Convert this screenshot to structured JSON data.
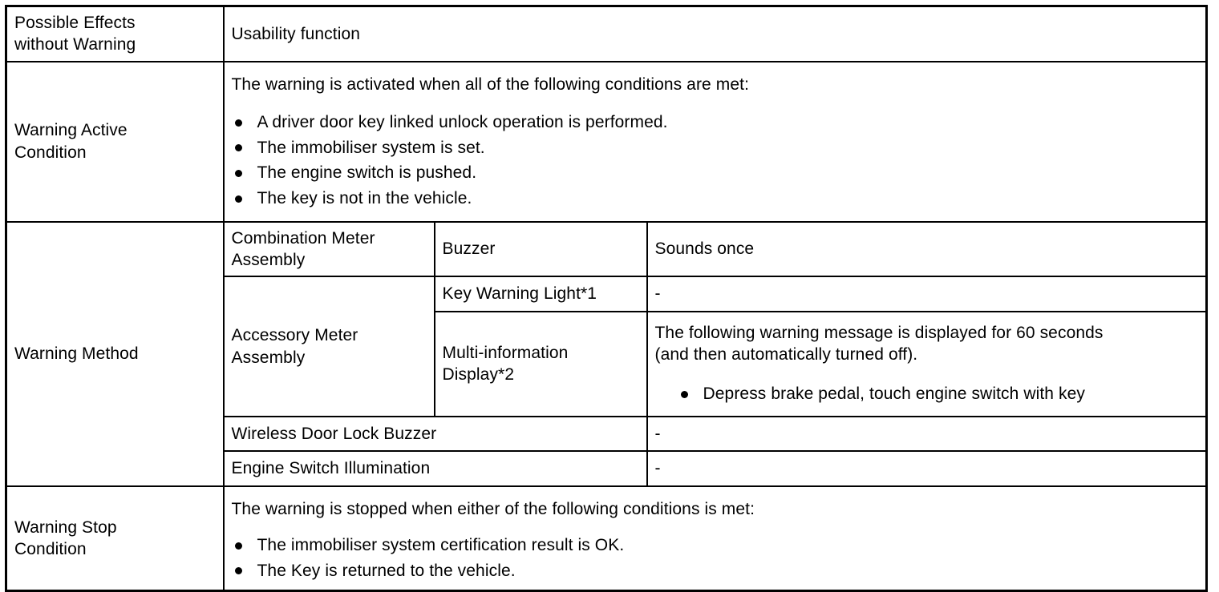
{
  "table": {
    "rows": {
      "possible_effects": {
        "label": "Possible Effects without Warning",
        "label_line1": "Possible Effects",
        "label_line2": "without Warning",
        "value": "Usability function"
      },
      "warning_active_condition": {
        "label_line1": "Warning Active",
        "label_line2": "Condition",
        "lead": "The warning is activated when all of the following conditions are met:",
        "bullets": [
          "A driver door key linked unlock operation is performed.",
          "The immobiliser system is set.",
          "The engine switch is pushed.",
          "The key is not in the vehicle."
        ]
      },
      "warning_method": {
        "label": "Warning Method",
        "combination_meter": {
          "assembly_line1": "Combination Meter",
          "assembly_line2": "Assembly",
          "device": "Buzzer",
          "value": "Sounds once"
        },
        "accessory_meter": {
          "assembly_line1": "Accessory Meter",
          "assembly_line2": "Assembly",
          "key_warning_light": {
            "device": "Key Warning Light*1",
            "value": "-"
          },
          "multi_information_display": {
            "device_line1": "Multi-information",
            "device_line2": "Display*2",
            "value_line1": "The following warning message is displayed for 60 seconds",
            "value_line2": "(and then automatically turned off).",
            "bullets": [
              "Depress brake pedal, touch engine switch with key"
            ]
          }
        },
        "wireless_door_lock_buzzer": {
          "device": "Wireless Door Lock Buzzer",
          "value": "-"
        },
        "engine_switch_illumination": {
          "device": "Engine Switch Illumination",
          "value": "-"
        }
      },
      "warning_stop_condition": {
        "label_line1": "Warning Stop",
        "label_line2": "Condition",
        "lead": "The warning is stopped when either of the following conditions is met:",
        "bullets": [
          "The immobiliser system certification result is OK.",
          "The Key is returned to the vehicle."
        ]
      }
    }
  },
  "colors": {
    "border": "#000000",
    "text": "#000000",
    "background": "#ffffff"
  }
}
